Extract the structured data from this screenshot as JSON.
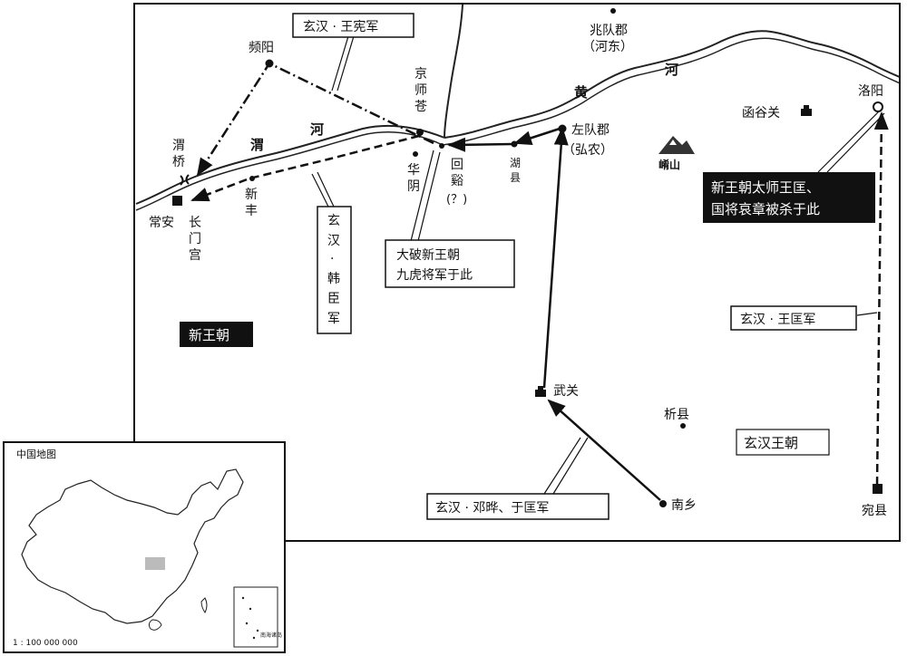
{
  "places": {
    "pinyang": "频阳",
    "weiqiao": "渭桥",
    "changan": "常安",
    "changmen_gong": "长门宫",
    "xinfeng": "新丰",
    "jingshi_cang": "京师苍",
    "huayin": "华阴",
    "huixi": "回谿（？）",
    "huxian": "湖县",
    "zhaodui_jun": "兆队郡",
    "hedong": "（河东）",
    "zuodui_jun": "左队郡",
    "hongnong": "（弘农）",
    "hangu_guan": "函谷关",
    "xiaoshan": "崤山",
    "luoyang": "洛阳",
    "wuguan": "武关",
    "xixian": "析县",
    "nanxiang": "南乡",
    "wanxian": "宛县"
  },
  "rivers": {
    "weihe_1": "渭",
    "weihe_2": "河",
    "huanghe_1": "黄",
    "huanghe_2": "河"
  },
  "army_labels": {
    "wang_xian": "玄汉 · 王宪军",
    "han_chen": "玄汉 · 韩臣军",
    "wang_kuang": "玄汉 · 王匡军",
    "deng_ye": "玄汉 · 邓晔、于匡军"
  },
  "event_labels": {
    "dapo_line1": "大破新王朝",
    "dapo_line2": "九虎将军于此",
    "luoyang_line1": "新王朝太师王匡、",
    "luoyang_line2": "国将哀章被杀于此"
  },
  "regions": {
    "xin": "新王朝",
    "xuanhan": "玄汉王朝"
  },
  "inset": {
    "title": "中国地图",
    "scale": "1 : 100 000 000",
    "south_sea_label": "南海诸岛"
  }
}
